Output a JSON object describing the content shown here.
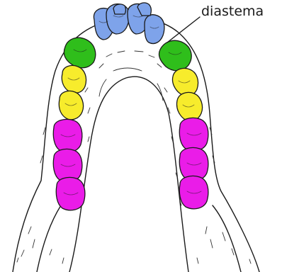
{
  "diagram": {
    "label": "diastema",
    "colors": {
      "incisor": "#7ea3ea",
      "canine": "#2fbe1b",
      "premolar": "#f7ec2c",
      "molar": "#ea1ce8",
      "outline": "#1a1a1a",
      "background": "#ffffff"
    },
    "tooth_groups": [
      {
        "name": "incisors",
        "color_key": "incisor",
        "count": 6
      },
      {
        "name": "canines",
        "color_key": "canine",
        "count": 2
      },
      {
        "name": "premolars",
        "color_key": "premolar",
        "count": 4
      },
      {
        "name": "molars",
        "color_key": "molar",
        "count": 6
      }
    ]
  }
}
